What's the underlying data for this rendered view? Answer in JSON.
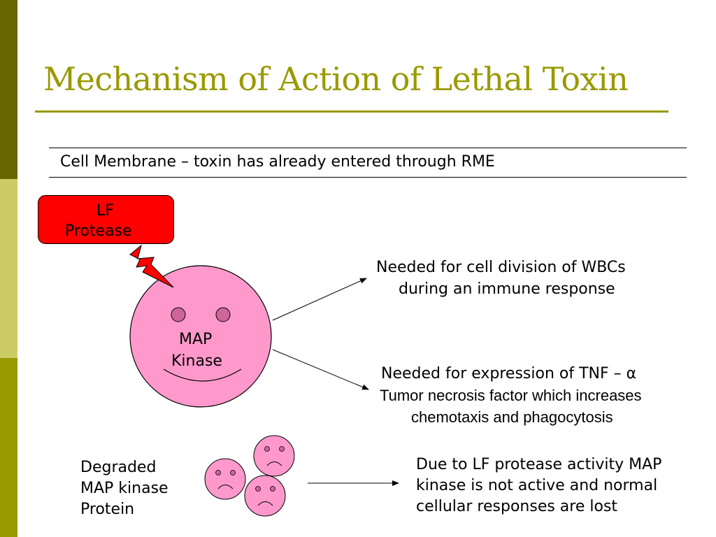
{
  "title": "Mechanism of Action of Lethal Toxin",
  "membrane": {
    "text": "Cell Membrane – toxin has already entered through RME"
  },
  "lf_protease": {
    "line1": "LF",
    "line2": "Protease"
  },
  "map_kinase": {
    "line1": "MAP",
    "line2": "Kinase"
  },
  "outcomes": {
    "wbc": {
      "line1": "Needed for cell division of WBCs",
      "line2": "during an immune response"
    },
    "tnf": {
      "line1": "Needed for expression of TNF – α",
      "line2": "Tumor necrosis factor which increases",
      "line3": "chemotaxis and phagocytosis"
    }
  },
  "degraded": {
    "line1": "Degraded",
    "line2": "MAP kinase",
    "line3": "Protein"
  },
  "result": {
    "line1": "Due to LF protease activity MAP",
    "line2": "kinase is not active and normal",
    "line3": "cellular responses are lost"
  },
  "colors": {
    "accent": "#999900",
    "sidebar_dark": "#666600",
    "sidebar_light": "#cccc66",
    "lf_box": "#ff0000",
    "kinase_fill": "#ff99cc",
    "eye_fill": "#cc6699"
  },
  "icons": {
    "lightning": "lightning-bolt-icon",
    "happy_face": "smiley-face-icon",
    "sad_face": "sad-face-icon"
  }
}
